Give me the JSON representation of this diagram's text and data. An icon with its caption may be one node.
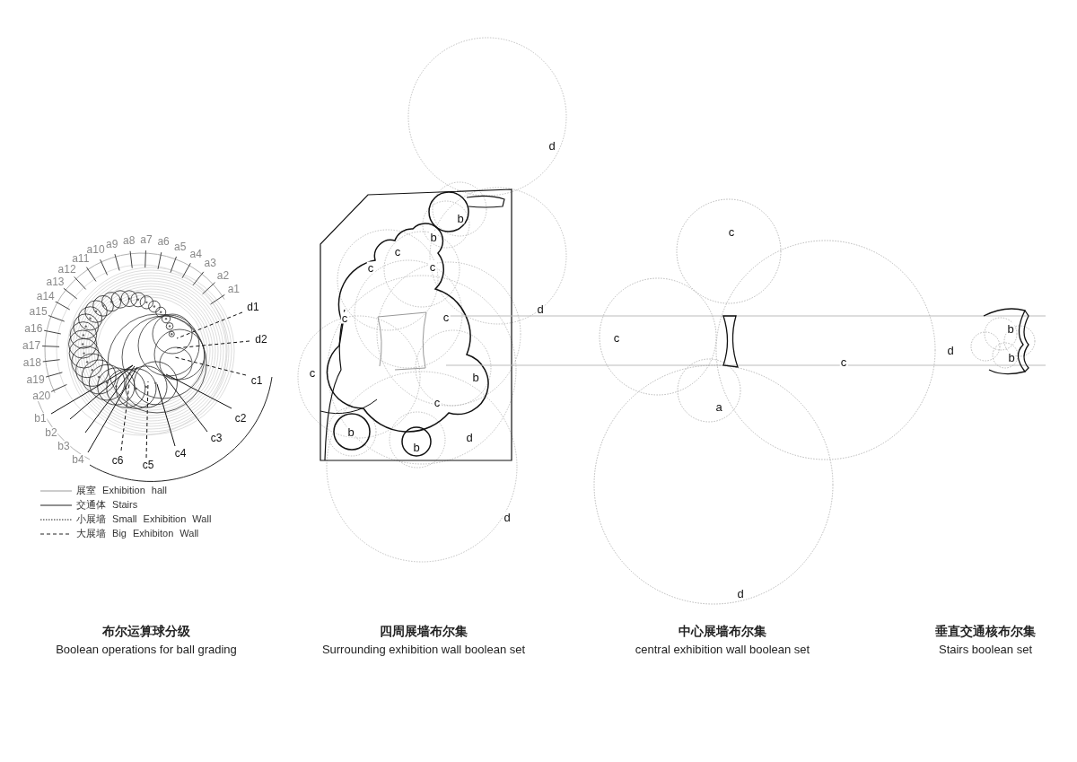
{
  "diagram": {
    "nodes": [
      {
        "text": [
          "a1"
        ]
      },
      {
        "text": [
          "a2"
        ]
      },
      {
        "text": [
          "a3"
        ]
      },
      {
        "text": [
          "a4"
        ]
      },
      {
        "text": [
          "a5"
        ]
      },
      {
        "text": [
          "a6"
        ]
      },
      {
        "text": [
          "a7"
        ]
      },
      {
        "text": [
          "a8"
        ]
      },
      {
        "text": [
          "a9"
        ]
      },
      {
        "text": [
          "a10"
        ]
      },
      {
        "text": [
          "a11"
        ]
      },
      {
        "text": [
          "a12"
        ]
      },
      {
        "text": [
          "a13"
        ]
      },
      {
        "text": [
          "a14"
        ]
      },
      {
        "text": [
          "a15"
        ]
      },
      {
        "text": [
          "a16"
        ]
      },
      {
        "text": [
          "a17"
        ]
      },
      {
        "text": [
          "a18"
        ]
      },
      {
        "text": [
          "a19"
        ]
      },
      {
        "text": [
          "a20"
        ]
      },
      {
        "text": [
          "b1"
        ]
      },
      {
        "text": [
          "b2"
        ]
      },
      {
        "text": [
          "b3"
        ]
      },
      {
        "text": [
          "b4"
        ]
      },
      {
        "text": [
          "c1"
        ]
      },
      {
        "text": [
          "c2"
        ]
      },
      {
        "text": [
          "c3"
        ]
      },
      {
        "text": [
          "c4"
        ]
      },
      {
        "text": [
          "c5"
        ]
      },
      {
        "text": [
          "c6"
        ]
      },
      {
        "text": [
          "d1"
        ]
      },
      {
        "text": [
          "d2"
        ]
      },
      {
        "text": [],
        "shape": "picture"
      }
    ],
    "edges": [
      {
        "from": 0,
        "to": 32,
        "arrow": "none"
      },
      {
        "from": 1,
        "to": 32,
        "arrow": "none"
      },
      {
        "from": 2,
        "to": 32,
        "arrow": "none"
      },
      {
        "from": 3,
        "to": 32,
        "arrow": "none"
      },
      {
        "from": 4,
        "to": 32,
        "arrow": "none"
      },
      {
        "from": 5,
        "to": 32,
        "arrow": "none"
      },
      {
        "from": 6,
        "to": 32,
        "arrow": "none"
      },
      {
        "from": 7,
        "to": 32,
        "arrow": "none"
      },
      {
        "from": 8,
        "to": 32,
        "arrow": "none"
      },
      {
        "from": 9,
        "to": 32,
        "arrow": "none"
      },
      {
        "from": 10,
        "to": 32,
        "arrow": "none"
      },
      {
        "from": 11,
        "to": 32,
        "arrow": "none"
      },
      {
        "from": 12,
        "to": 32,
        "arrow": "none"
      },
      {
        "from": 13,
        "to": 32,
        "arrow": "none"
      },
      {
        "from": 14,
        "to": 32,
        "arrow": "none"
      },
      {
        "from": 15,
        "to": 32,
        "arrow": "none"
      },
      {
        "from": 16,
        "to": 32,
        "arrow": "none"
      },
      {
        "from": 17,
        "to": 32,
        "arrow": "none"
      },
      {
        "from": 18,
        "to": 32,
        "arrow": "none"
      },
      {
        "from": 19,
        "to": 32,
        "arrow": "none"
      },
      {
        "from": 20,
        "to": 32,
        "arrow": "none"
      },
      {
        "from": 21,
        "to": 32,
        "arrow": "none"
      },
      {
        "from": 22,
        "to": 32,
        "arrow": "none"
      },
      {
        "from": 23,
        "to": 32,
        "arrow": "none"
      },
      {
        "from": 24,
        "to": 32,
        "arrow": "none",
        "style": "dashed"
      },
      {
        "from": 25,
        "to": 32,
        "arrow": "none"
      },
      {
        "from": 26,
        "to": 32,
        "arrow": "none"
      },
      {
        "from": 27,
        "to": 32,
        "arrow": "none"
      },
      {
        "from": 28,
        "to": 32,
        "arrow": "none",
        "style": "dashed"
      },
      {
        "from": 29,
        "to": 32,
        "arrow": "none",
        "style": "dashed"
      },
      {
        "from": 30,
        "to": 32,
        "arrow": "none",
        "style": "dashed"
      },
      {
        "from": 31,
        "to": 32,
        "arrow": "none",
        "style": "dashed"
      }
    ],
    "labels": [
      "d",
      "b",
      "c",
      "b",
      "c",
      "c",
      "c",
      "d",
      "c",
      "c",
      "b",
      "c",
      "d",
      "b",
      "c",
      "c",
      "b",
      "c",
      "a",
      "b",
      "d",
      "b",
      "d",
      "d",
      "布尔运算球分级",
      "四周展墙布尔集",
      "中心展墙布尔集",
      "垂直交通核布尔集",
      "Boolean operations for ball grading",
      "Surrounding exhibition wall boolean set",
      "central exhibition wall boolean set",
      "Stairs boolean set"
    ],
    "legend": [
      {
        "text": "展室 Exhibition hall"
      },
      {
        "text": "交通体 Stairs"
      },
      {
        "text": "小展墙 Small Exhibition Wall"
      },
      {
        "text": "大展墙 Big Exhibiton Wall"
      }
    ]
  }
}
